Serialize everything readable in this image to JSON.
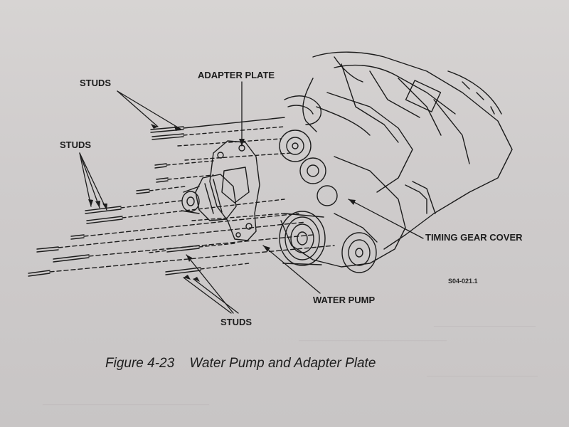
{
  "labels": {
    "adapter_plate": "ADAPTER PLATE",
    "studs_top": "STUDS",
    "studs_mid": "STUDS",
    "studs_bottom": "STUDS",
    "timing_gear_cover": "TIMING GEAR COVER",
    "water_pump": "WATER PUMP",
    "part_code": "S04-021.1"
  },
  "caption": {
    "figure_number": "Figure 4-23",
    "title": "Water Pump and Adapter Plate"
  },
  "colors": {
    "paper": "#d2cfce",
    "ink": "#1c1c1c",
    "bleed_text": "#bdb8b9"
  }
}
